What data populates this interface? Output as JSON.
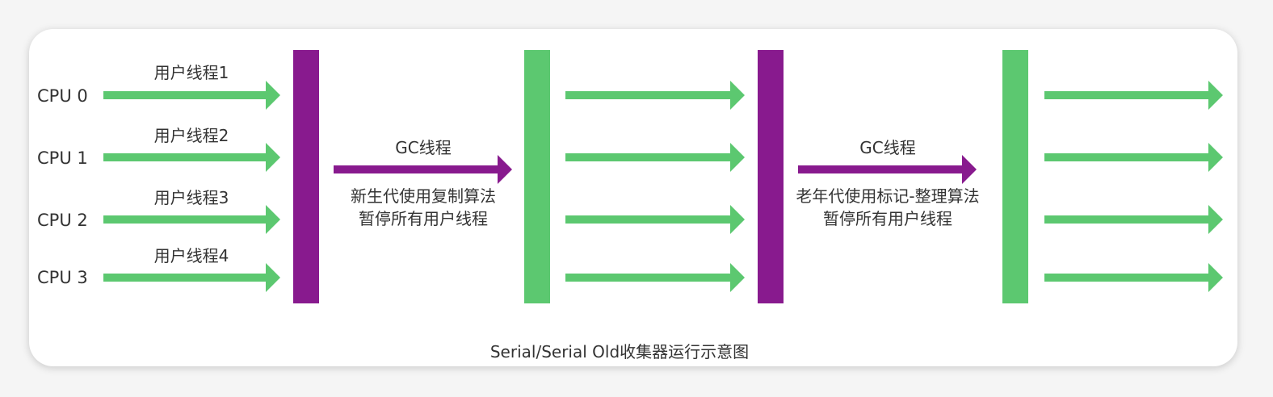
{
  "colors": {
    "green": "#5cc870",
    "purple": "#881a8e",
    "text": "#333333"
  },
  "cpus": [
    {
      "label": "CPU 0",
      "thread": "用户线程1"
    },
    {
      "label": "CPU 1",
      "thread": "用户线程2"
    },
    {
      "label": "CPU 2",
      "thread": "用户线程3"
    },
    {
      "label": "CPU 3",
      "thread": "用户线程4"
    }
  ],
  "young_gc": {
    "thread_label": "GC线程",
    "line1": "新生代使用复制算法",
    "line2": "暂停所有用户线程"
  },
  "old_gc": {
    "thread_label": "GC线程",
    "line1": "老年代使用标记-整理算法",
    "line2": "暂停所有用户线程"
  },
  "caption": "Serial/Serial Old收集器运行示意图"
}
